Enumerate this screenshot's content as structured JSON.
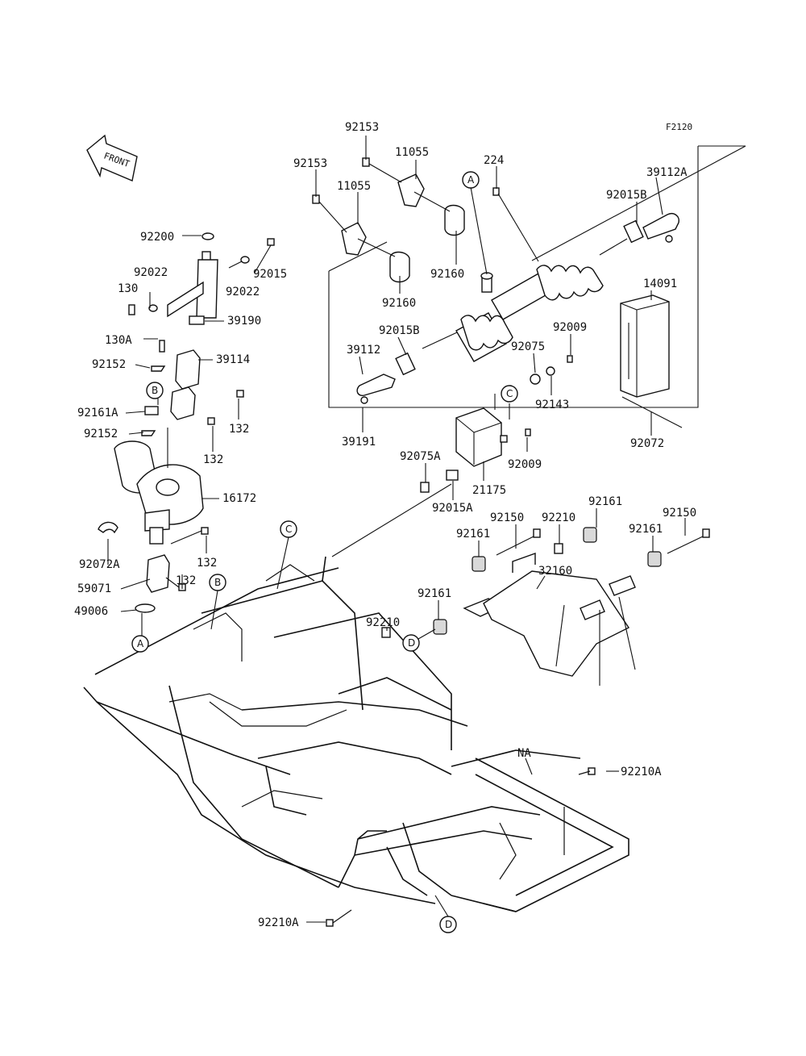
{
  "figure_code": "F2120",
  "front_arrow_label": "FRONT",
  "part_labels": [
    {
      "id": "p92153a",
      "text": "92153"
    },
    {
      "id": "p11055a",
      "text": "11055"
    },
    {
      "id": "p224",
      "text": "224"
    },
    {
      "id": "p92153b",
      "text": "92153"
    },
    {
      "id": "p11055b",
      "text": "11055"
    },
    {
      "id": "p92015b_r",
      "text": "92015B"
    },
    {
      "id": "p39112a",
      "text": "39112A"
    },
    {
      "id": "p92200",
      "text": "92200"
    },
    {
      "id": "p92015",
      "text": "92015"
    },
    {
      "id": "p92022a",
      "text": "92022"
    },
    {
      "id": "p92022b",
      "text": "92022"
    },
    {
      "id": "p92160a",
      "text": "92160"
    },
    {
      "id": "p92160b",
      "text": "92160"
    },
    {
      "id": "p130",
      "text": "130"
    },
    {
      "id": "p14091",
      "text": "14091"
    },
    {
      "id": "p39190",
      "text": "39190"
    },
    {
      "id": "p130a",
      "text": "130A"
    },
    {
      "id": "p92015b_l",
      "text": "92015B"
    },
    {
      "id": "p92009a",
      "text": "92009"
    },
    {
      "id": "p39114",
      "text": "39114"
    },
    {
      "id": "p39112",
      "text": "39112"
    },
    {
      "id": "p92075",
      "text": "92075"
    },
    {
      "id": "p92152a",
      "text": "92152"
    },
    {
      "id": "p92143",
      "text": "92143"
    },
    {
      "id": "p92161a",
      "text": "92161A"
    },
    {
      "id": "p132a",
      "text": "132"
    },
    {
      "id": "p92152b",
      "text": "92152"
    },
    {
      "id": "p39191",
      "text": "39191"
    },
    {
      "id": "p92072",
      "text": "92072"
    },
    {
      "id": "p132b",
      "text": "132"
    },
    {
      "id": "p92075a",
      "text": "92075A"
    },
    {
      "id": "p92009b",
      "text": "92009"
    },
    {
      "id": "p21175",
      "text": "21175"
    },
    {
      "id": "p16172",
      "text": "16172"
    },
    {
      "id": "p92015a",
      "text": "92015A"
    },
    {
      "id": "p92161b",
      "text": "92161"
    },
    {
      "id": "p92150a",
      "text": "92150"
    },
    {
      "id": "p92210a",
      "text": "92210"
    },
    {
      "id": "p92150b",
      "text": "92150"
    },
    {
      "id": "p92161c",
      "text": "92161"
    },
    {
      "id": "p92161d",
      "text": "92161"
    },
    {
      "id": "p92072a",
      "text": "92072A"
    },
    {
      "id": "p132c",
      "text": "132"
    },
    {
      "id": "p32160",
      "text": "32160"
    },
    {
      "id": "p59071",
      "text": "59071"
    },
    {
      "id": "p132d",
      "text": "132"
    },
    {
      "id": "p92161e",
      "text": "92161"
    },
    {
      "id": "p49006",
      "text": "49006"
    },
    {
      "id": "p92210b",
      "text": "92210"
    },
    {
      "id": "pNA",
      "text": "NA"
    },
    {
      "id": "p92210A_r",
      "text": "92210A"
    },
    {
      "id": "p92210A_b",
      "text": "92210A"
    }
  ],
  "reference_markers": [
    {
      "id": "mA1",
      "text": "A"
    },
    {
      "id": "mC1",
      "text": "C"
    },
    {
      "id": "mB1",
      "text": "B"
    },
    {
      "id": "mC2",
      "text": "C"
    },
    {
      "id": "mB2",
      "text": "B"
    },
    {
      "id": "mA2",
      "text": "A"
    },
    {
      "id": "mD1",
      "text": "D"
    },
    {
      "id": "mD2",
      "text": "D"
    }
  ]
}
